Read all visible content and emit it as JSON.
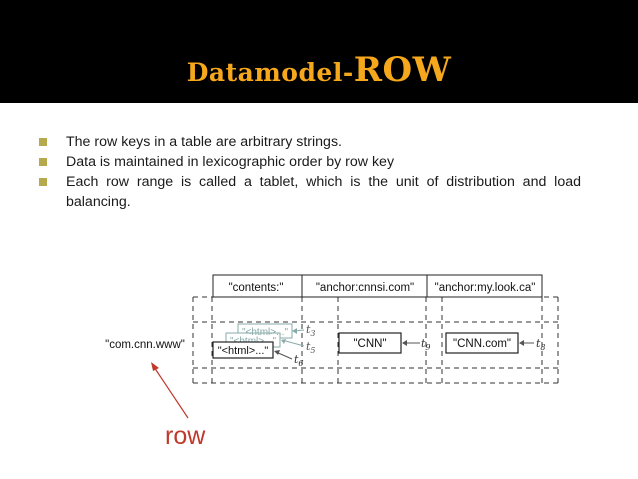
{
  "slide": {
    "title_part1": "Datamodel-",
    "title_part2": "ROW",
    "bullets": [
      "The row keys in a table are arbitrary strings.",
      "Data is maintained in lexicographic order by row key",
      "Each row range is called a tablet, which is the unit of distribution and load balancing."
    ]
  },
  "figure": {
    "col_contents": "\"contents:\"",
    "col_anchor_cnnsi": "\"anchor:cnnsi.com\"",
    "col_anchor_mylook": "\"anchor:my.look.ca\"",
    "row_key": "\"com.cnn.www\"",
    "cell_html_back2": "\"<html>...\"",
    "cell_html_back1": "\"<html>...\"",
    "cell_html_front": "\"<html>...\"",
    "ts_t3": "t",
    "ts_t3_sub": "3",
    "ts_t5": "t",
    "ts_t5_sub": "5",
    "ts_t6": "t",
    "ts_t6_sub": "6",
    "cell_cnn": "\"CNN\"",
    "ts_t9": "t",
    "ts_t9_sub": "9",
    "cell_cnn_com": "\"CNN.com\"",
    "ts_t8": "t",
    "ts_t8_sub": "8",
    "row_annotation": "row"
  },
  "colors": {
    "title_bar": "#000000",
    "title_text": "#f6a81c",
    "bullet_square": "#b5a94e",
    "annotation": "#c0392b"
  }
}
